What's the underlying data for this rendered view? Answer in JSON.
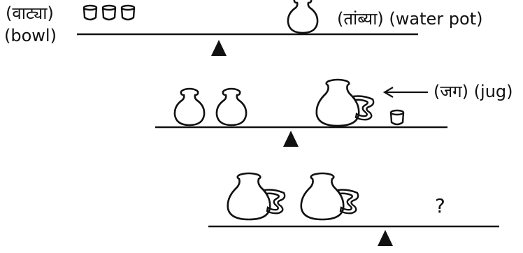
{
  "labels": {
    "bowl_marathi": "(वाट्या)",
    "bowl_english": "(bowl)",
    "pot_label": "(तांब्या) (water pot)",
    "jug_label": "(जग) (jug)",
    "question": "?"
  },
  "colors": {
    "ink": "#111111",
    "background": "#ffffff"
  },
  "scales": [
    {
      "left_pan": [
        "bowl",
        "bowl",
        "bowl"
      ],
      "right_pan": [
        "water-pot"
      ]
    },
    {
      "left_pan": [
        "water-pot",
        "water-pot"
      ],
      "right_pan": [
        "jug",
        "bowl"
      ]
    },
    {
      "left_pan": [
        "jug",
        "jug"
      ],
      "right_pan": [
        "?"
      ]
    }
  ]
}
